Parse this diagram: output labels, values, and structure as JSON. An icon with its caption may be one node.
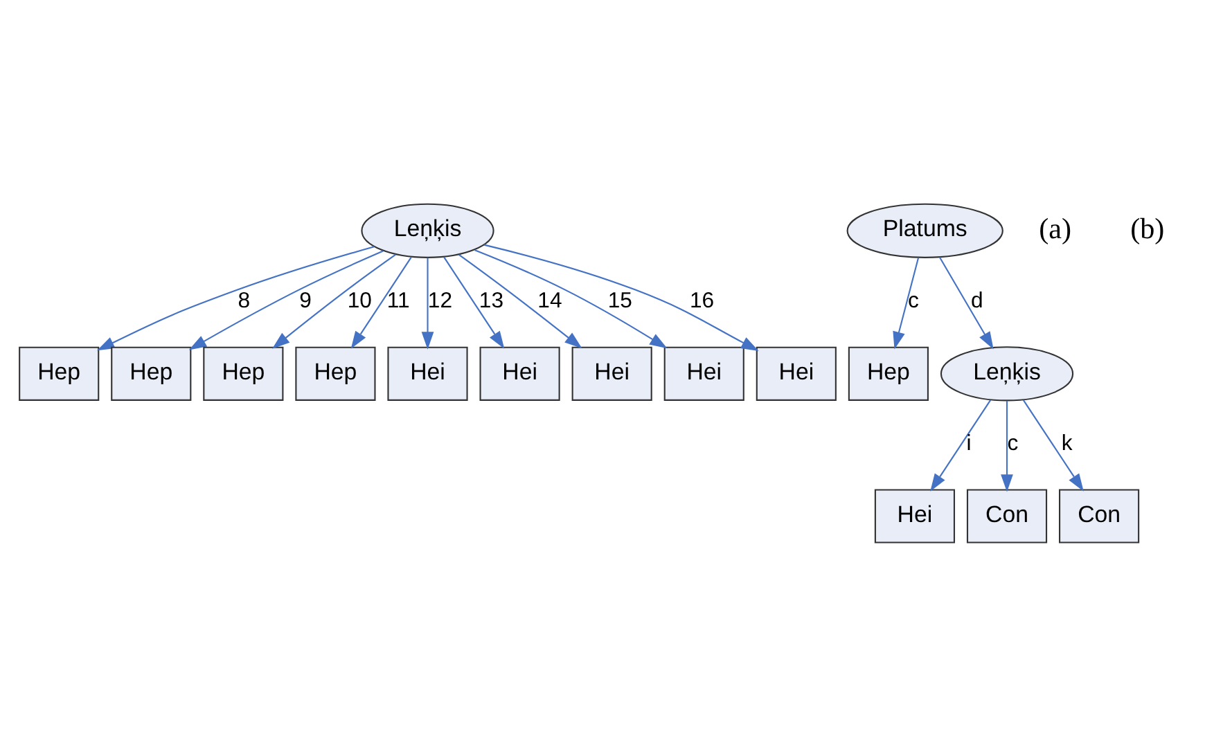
{
  "diagram": {
    "nodes": [
      {
        "text": [
          "Leņķis"
        ]
      },
      {
        "text": [
          "Hep"
        ]
      },
      {
        "text": [
          "Hep"
        ]
      },
      {
        "text": [
          "Hep"
        ]
      },
      {
        "text": [
          "Hep"
        ]
      },
      {
        "text": [
          "Hei"
        ]
      },
      {
        "text": [
          "Hei"
        ]
      },
      {
        "text": [
          "Hei"
        ]
      },
      {
        "text": [
          "Hei"
        ]
      },
      {
        "text": [
          "Hei"
        ]
      },
      {
        "text": [
          "Platums"
        ]
      },
      {
        "text": [
          "Hep"
        ]
      },
      {
        "text": [
          "Leņķis"
        ]
      },
      {
        "text": [
          "Hei"
        ]
      },
      {
        "text": [
          "Con"
        ]
      },
      {
        "text": [
          "Con"
        ]
      }
    ],
    "edges": [
      {
        "from": 0,
        "to": 1,
        "arrow": "to",
        "label": "8"
      },
      {
        "from": 0,
        "to": 2,
        "arrow": "to",
        "label": "9"
      },
      {
        "from": 0,
        "to": 3,
        "arrow": "to",
        "label": "10"
      },
      {
        "from": 0,
        "to": 4,
        "arrow": "to",
        "label": "11"
      },
      {
        "from": 0,
        "to": 5,
        "arrow": "to",
        "label": "12"
      },
      {
        "from": 0,
        "to": 6,
        "arrow": "to",
        "label": "13"
      },
      {
        "from": 0,
        "to": 7,
        "arrow": "to",
        "label": "14"
      },
      {
        "from": 0,
        "to": 8,
        "arrow": "to",
        "label": "15"
      },
      {
        "from": 0,
        "to": 9,
        "arrow": "to",
        "label": "16"
      },
      {
        "from": 10,
        "to": 11,
        "arrow": "to",
        "label": "c"
      },
      {
        "from": 10,
        "to": 12,
        "arrow": "to",
        "label": "d"
      },
      {
        "from": 12,
        "to": 13,
        "arrow": "to",
        "label": "i"
      },
      {
        "from": 12,
        "to": 14,
        "arrow": "to",
        "label": "c"
      },
      {
        "from": 12,
        "to": 15,
        "arrow": "to",
        "label": "k"
      }
    ],
    "labels": [
      "(a)",
      "(b)"
    ]
  }
}
